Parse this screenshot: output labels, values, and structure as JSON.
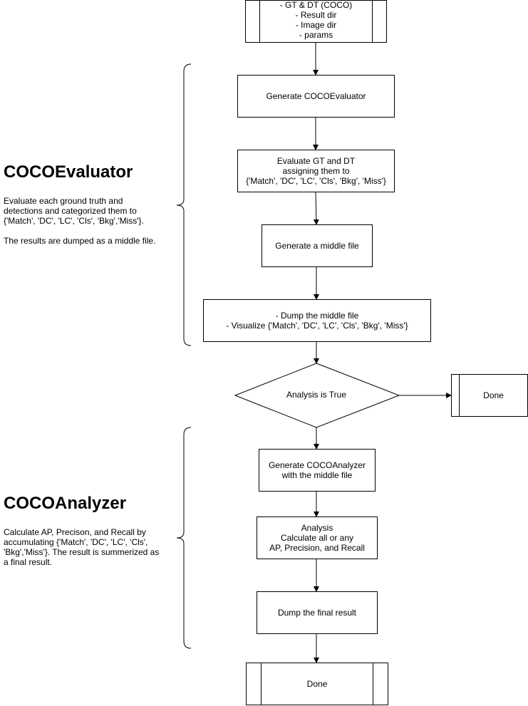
{
  "nodes": {
    "input": "- GT & DT (COCO)\n- Result dir\n- Image dir\n- params",
    "generate_evaluator": "Generate COCOEvaluator",
    "evaluate": "Evaluate GT and DT\nassigning them to\n{'Match', 'DC', 'LC', 'Cls', 'Bkg', 'Miss'}",
    "middle_file": "Generate a middle file",
    "dump_middle": "- Dump the middle file\n- Visualize {'Match', 'DC', 'LC', 'Cls', 'Bkg', 'Miss'}",
    "decision": "Analysis is True",
    "done_right": "Done",
    "generate_analyzer": "Generate COCOAnalyzer\nwith the middle file",
    "analysis": "Analysis\nCalculate all or any\nAP, Precision, and Recall",
    "dump_final": "Dump the final result",
    "done_bottom": "Done"
  },
  "annotations": {
    "evaluator_title": "COCOEvaluator",
    "evaluator_desc": "Evaluate each ground truth and\ndetections and categorized them to\n{'Match', 'DC', 'LC', 'Cls', 'Bkg','Miss'}.\n\nThe results are dumped as a middle file.",
    "analyzer_title": "COCOAnalyzer",
    "analyzer_desc": "Calculate AP, Precison, and Recall by\naccumulating  {'Match', 'DC', 'LC', 'Cls',\n'Bkg','Miss'}. The result is summerized as\na final result."
  }
}
